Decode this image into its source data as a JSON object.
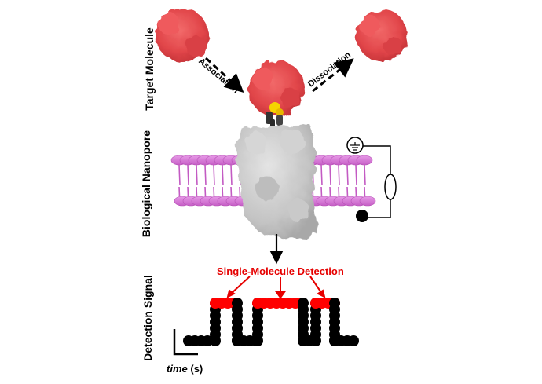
{
  "labels": {
    "target_molecule": "Target Molecule",
    "biological_nanopore": "Biological Nanopore",
    "detection_signal": "Detection Signal"
  },
  "arrows": {
    "association": "Association",
    "dissociation": "Dissociation"
  },
  "detection": {
    "title": "Single-Molecule Detection"
  },
  "axis": {
    "time_word": "time",
    "time_unit": "(s)"
  },
  "colors": {
    "protein": "#e8474b",
    "pore": "#c8c8c8",
    "membrane": "#d66fd6",
    "signal_high": "#ff0000",
    "signal_low": "#000000",
    "ligand": "#f5d400"
  }
}
